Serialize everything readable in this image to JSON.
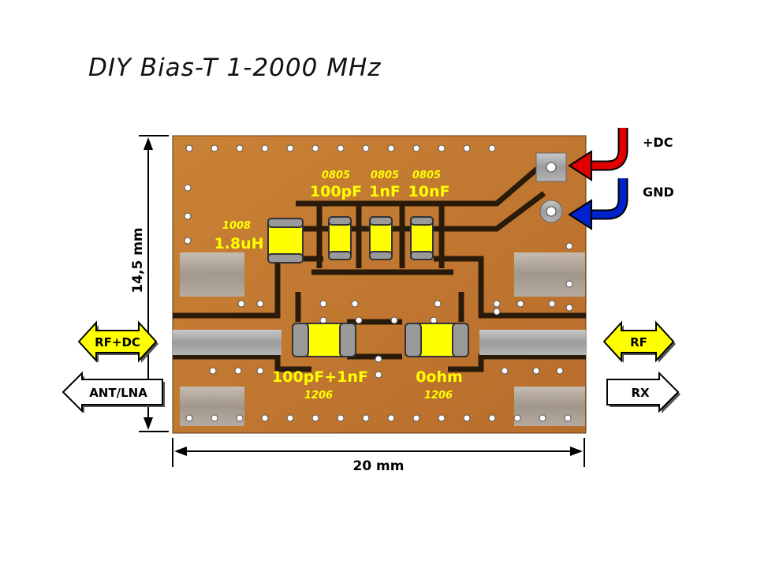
{
  "title": "DIY Bias-T 1-2000 MHz",
  "dimensions": {
    "height": "14,5 mm",
    "width": "20 mm"
  },
  "pins": {
    "dc": "+DC",
    "gnd": "GND"
  },
  "ports": {
    "rf_dc": "RF+DC",
    "ant_lna": "ANT/LNA",
    "rf": "RF",
    "rx": "RX"
  },
  "components": {
    "inductor": {
      "package": "1008",
      "value": "1.8uH"
    },
    "cap1": {
      "package": "0805",
      "value": "100pF"
    },
    "cap2": {
      "package": "0805",
      "value": "1nF"
    },
    "cap3": {
      "package": "0805",
      "value": "10nF"
    },
    "series_cap": {
      "package": "1206",
      "value": "100pF+1nF"
    },
    "jumper": {
      "package": "1206",
      "value": "0ohm"
    }
  },
  "colors": {
    "board": "#c57a35",
    "copper": "#b36a2a",
    "gap": "#2a1a0a",
    "pad": "#a8a8a8",
    "component": "#ffff00",
    "label": "#ffff00",
    "dc_arrow": "#e00000",
    "gnd_arrow": "#0022cc"
  }
}
